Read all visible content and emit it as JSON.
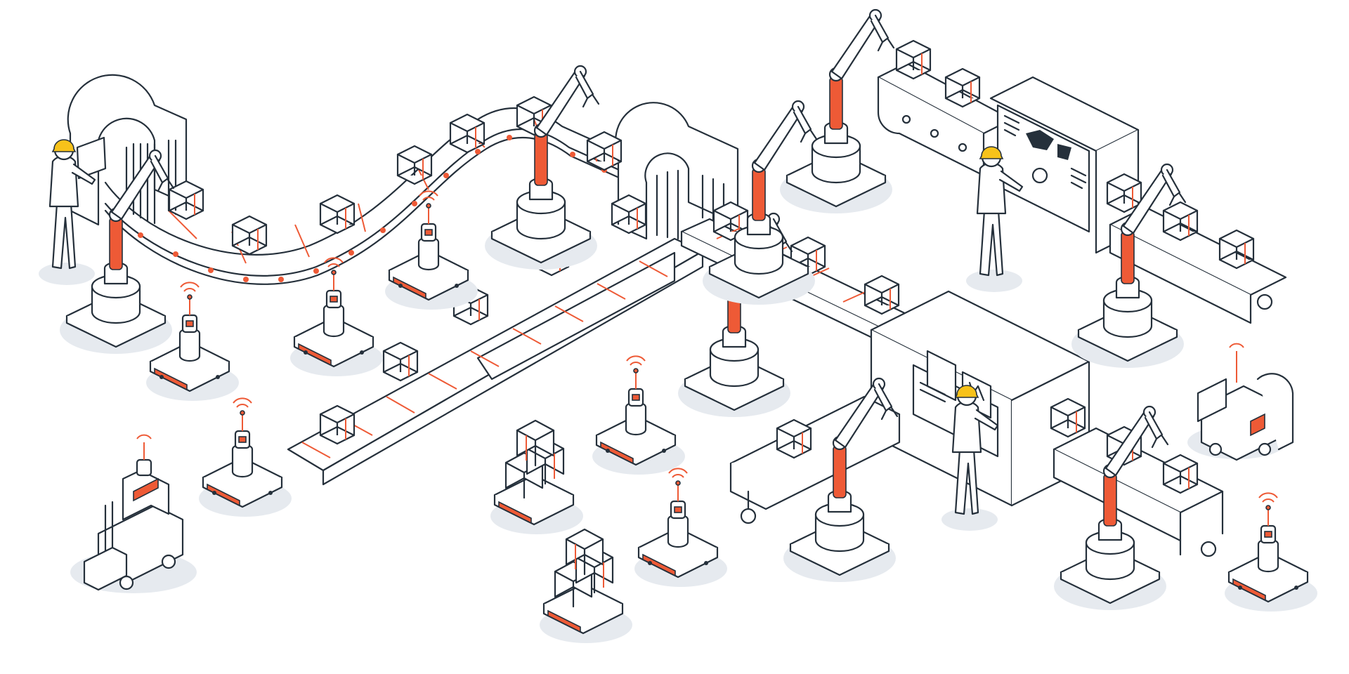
{
  "scene": {
    "style": "isometric line illustration",
    "colors": {
      "outline": "#25303b",
      "accent": "#ee5a36",
      "helmet": "#f7c21a",
      "shadow": "#e6eaef",
      "background": "#ffffff"
    },
    "counts": {
      "robotic_arms": 8,
      "workers": 3,
      "agv_robots": 8,
      "forklifts": 2
    }
  }
}
